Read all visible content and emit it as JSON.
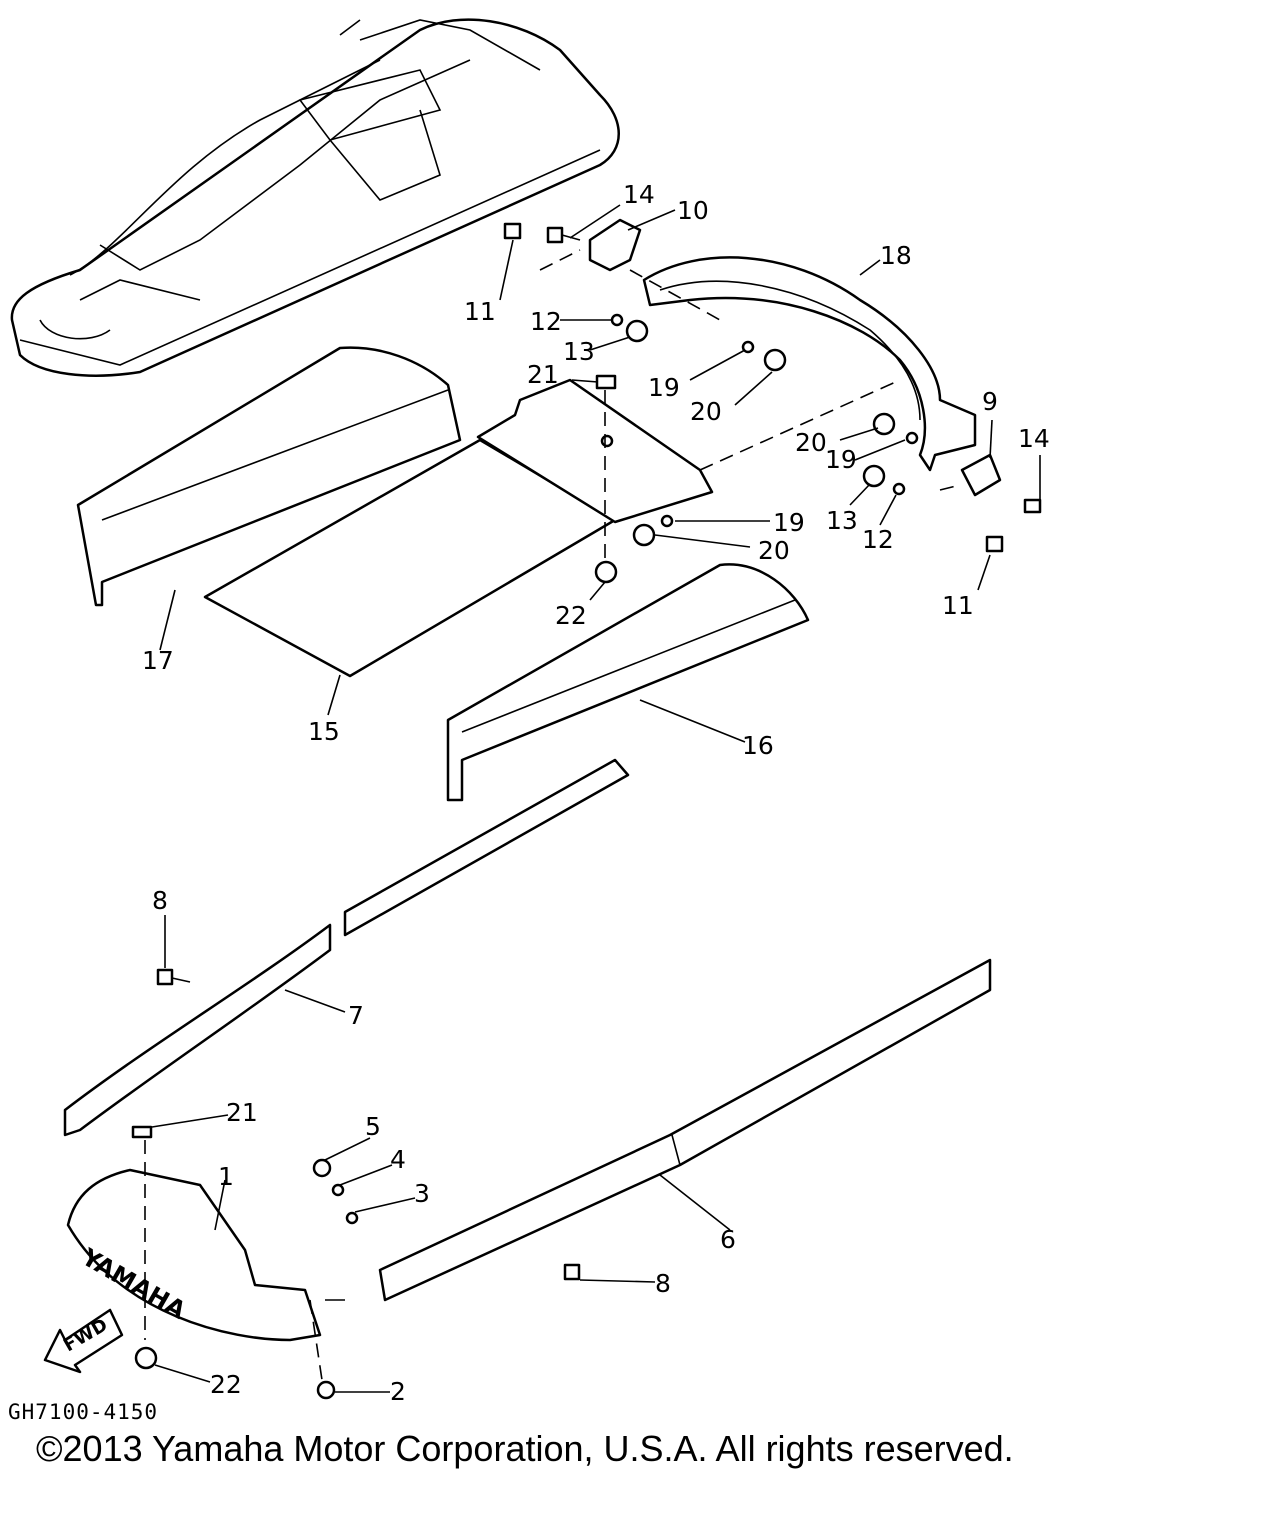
{
  "callouts": {
    "c1": "1",
    "c2": "2",
    "c3": "3",
    "c4": "4",
    "c5": "5",
    "c6": "6",
    "c7": "7",
    "c8a": "8",
    "c8b": "8",
    "c9": "9",
    "c10": "10",
    "c11a": "11",
    "c11b": "11",
    "c12a": "12",
    "c12b": "12",
    "c13a": "13",
    "c13b": "13",
    "c14a": "14",
    "c14b": "14",
    "c15": "15",
    "c16": "16",
    "c17": "17",
    "c18": "18",
    "c19a": "19",
    "c19b": "19",
    "c19c": "19",
    "c20a": "20",
    "c20b": "20",
    "c20c": "20",
    "c21a": "21",
    "c21b": "21",
    "c22a": "22",
    "c22b": "22"
  },
  "brand_text": "YAMAHA",
  "fwd_label": "FWD",
  "diagram_code": "GH7100-4150",
  "copyright": "©2013 Yamaha Motor Corporation, U.S.A. All rights reserved."
}
